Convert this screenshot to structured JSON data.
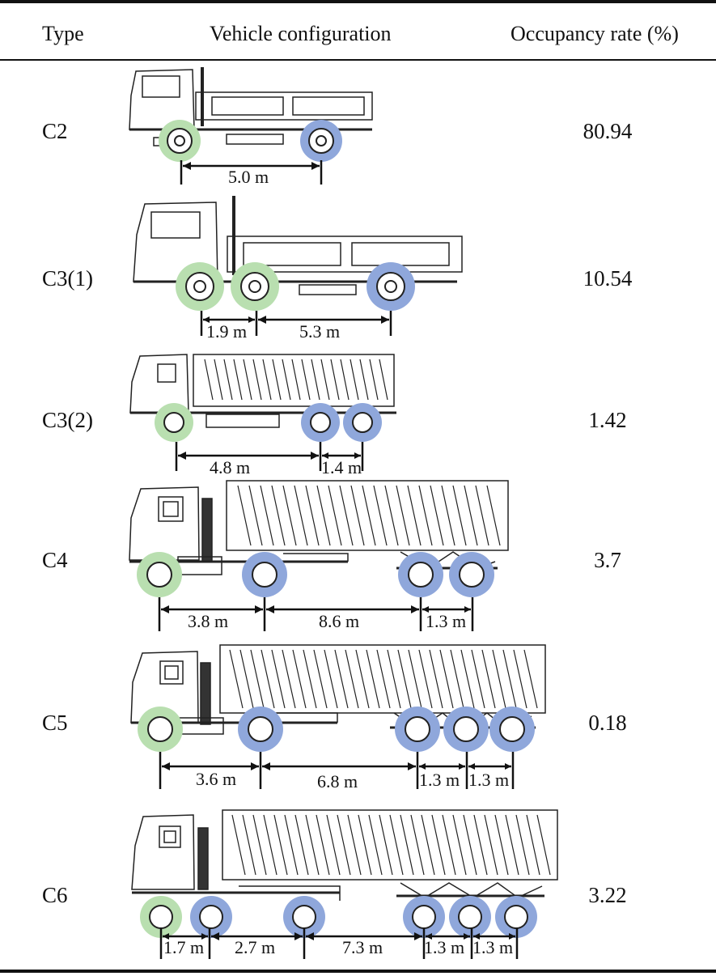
{
  "header": {
    "type": "Type",
    "configuration": "Vehicle configuration",
    "occupancy": "Occupancy rate (%)"
  },
  "rows": [
    {
      "type": "C2",
      "rate": "80.94",
      "spacings": [
        "5.0 m"
      ]
    },
    {
      "type": "C3(1)",
      "rate": "10.54",
      "spacings": [
        "1.9 m",
        "5.3 m"
      ]
    },
    {
      "type": "C3(2)",
      "rate": "1.42",
      "spacings": [
        "4.8 m",
        "1.4 m"
      ]
    },
    {
      "type": "C4",
      "rate": "3.7",
      "spacings": [
        "3.8 m",
        "8.6 m",
        "1.3 m"
      ]
    },
    {
      "type": "C5",
      "rate": "0.18",
      "spacings": [
        "3.6 m",
        "6.8 m",
        "1.3 m",
        "1.3 m"
      ]
    },
    {
      "type": "C6",
      "rate": "3.22",
      "spacings": [
        "1.7 m",
        "2.7 m",
        "7.3 m",
        "1.3 m",
        "1.3 m"
      ]
    }
  ],
  "colors": {
    "steer_axle": "#b9dfb0",
    "drive_axle": "#8fa7db",
    "line": "#111111"
  },
  "icons": [
    "truck-illustration"
  ]
}
